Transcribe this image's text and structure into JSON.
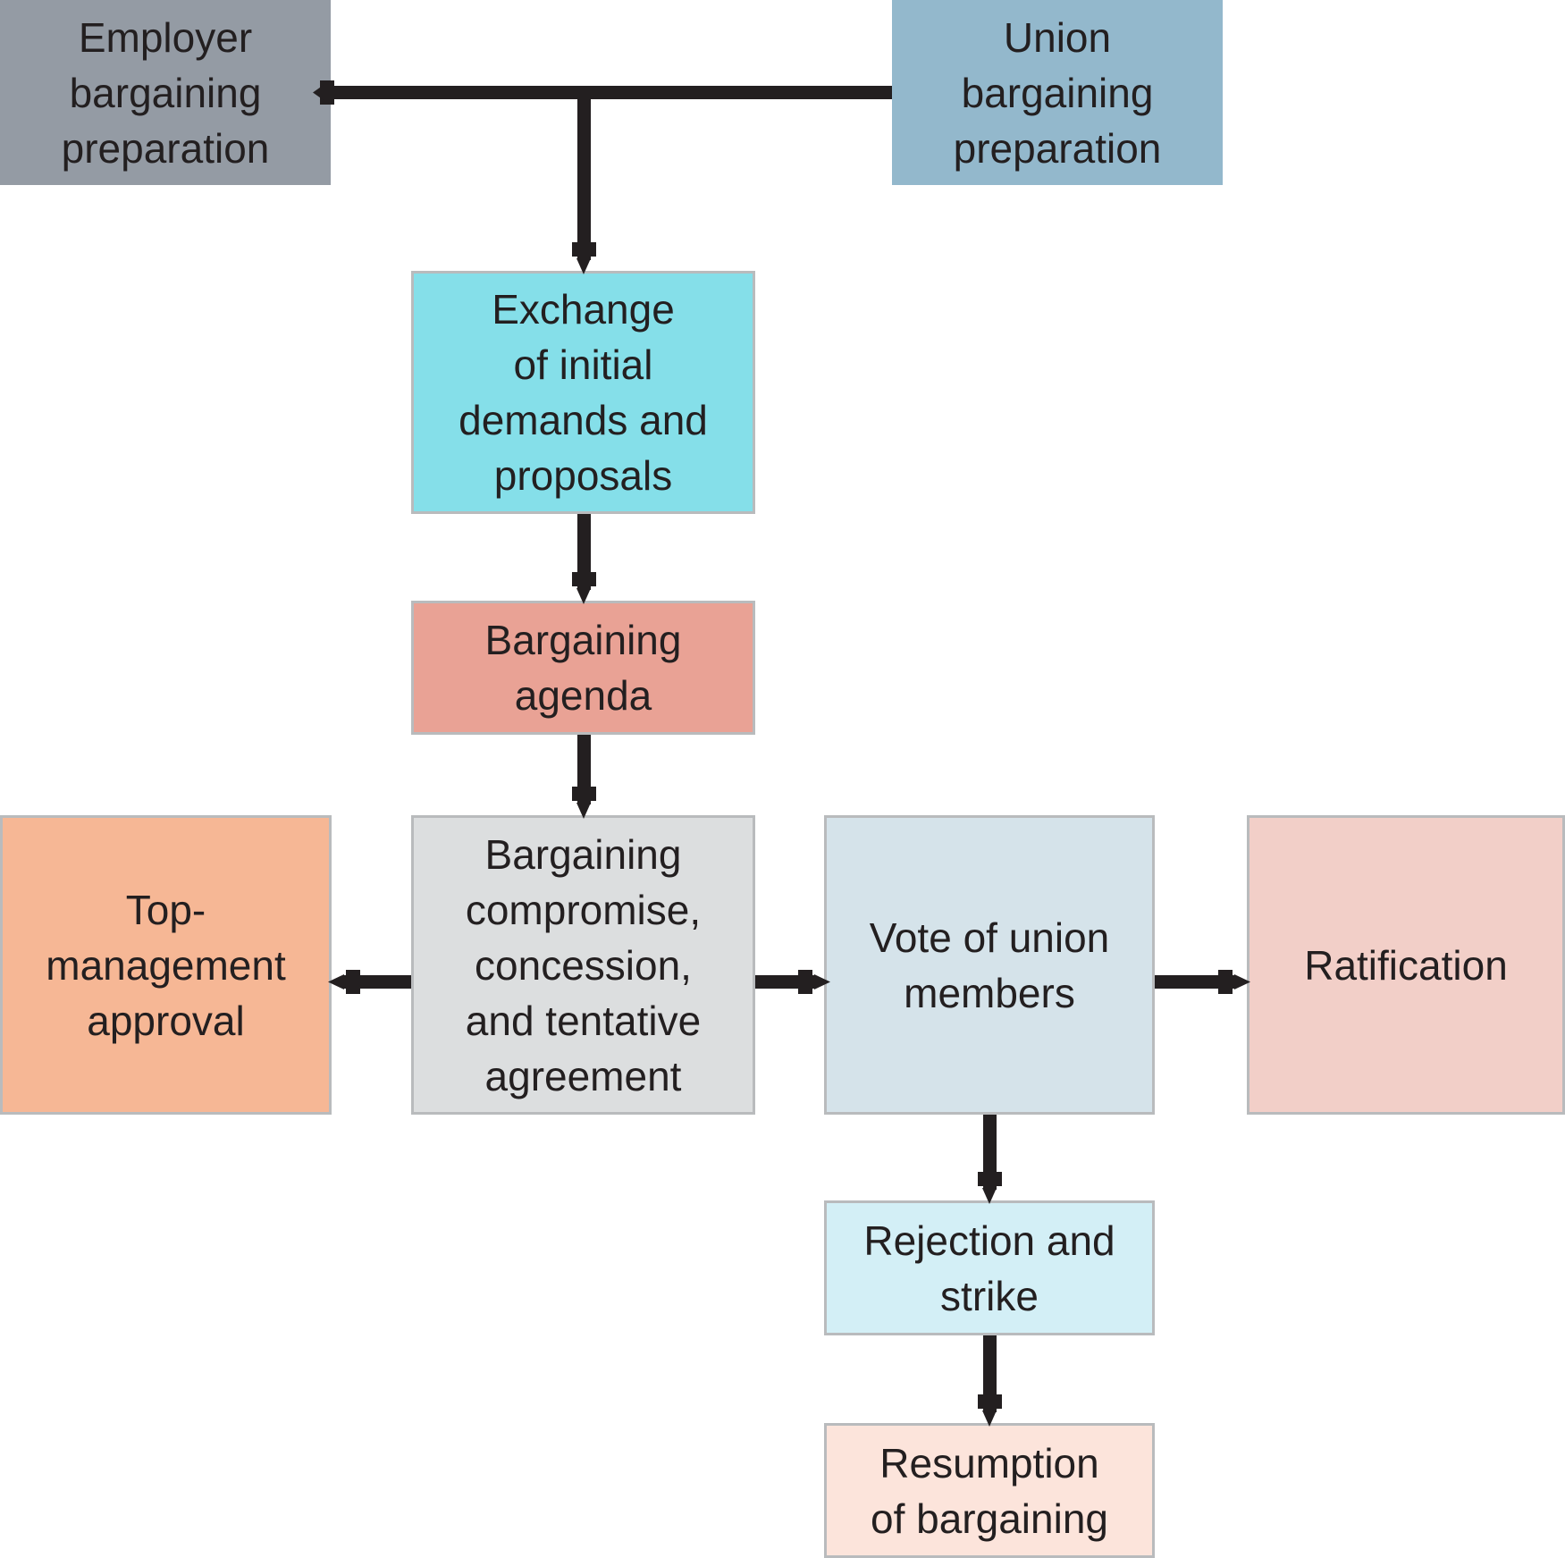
{
  "flowchart": {
    "colors": {
      "connector": "#231f20",
      "border": "#b9bbbd",
      "text": "#231f20",
      "background": "#ffffff"
    },
    "nodes": {
      "employer_prep": {
        "lines": [
          "Employer",
          "bargaining",
          "preparation"
        ],
        "color": "#949ba4"
      },
      "union_prep": {
        "lines": [
          "Union",
          "bargaining",
          "preparation"
        ],
        "color": "#93b8cc"
      },
      "exchange": {
        "lines": [
          "Exchange",
          "of initial",
          "demands and",
          "proposals"
        ],
        "color": "#85dfe9"
      },
      "agenda": {
        "lines": [
          "Bargaining",
          "agenda"
        ],
        "color": "#e9a295"
      },
      "top_mgmt": {
        "lines": [
          "Top-",
          "management",
          "approval"
        ],
        "color": "#f6b795"
      },
      "compromise": {
        "lines": [
          "Bargaining",
          "compromise,",
          "concession,",
          "and tentative",
          "agreement"
        ],
        "color": "#dcdedf"
      },
      "vote": {
        "lines": [
          "Vote of union",
          "members"
        ],
        "color": "#d5e3ea"
      },
      "ratification": {
        "lines": [
          "Ratification"
        ],
        "color": "#f2cfc8"
      },
      "rejection": {
        "lines": [
          "Rejection and",
          "strike"
        ],
        "color": "#d3eff6"
      },
      "resumption": {
        "lines": [
          "Resumption",
          "of bargaining"
        ],
        "color": "#fce4db"
      }
    },
    "edges": [
      {
        "from": "union_prep",
        "to": "employer_prep"
      },
      {
        "from": "employer_prep_union_prep_join",
        "to": "exchange"
      },
      {
        "from": "exchange",
        "to": "agenda"
      },
      {
        "from": "agenda",
        "to": "compromise"
      },
      {
        "from": "compromise",
        "to": "top_mgmt"
      },
      {
        "from": "compromise",
        "to": "vote"
      },
      {
        "from": "vote",
        "to": "ratification"
      },
      {
        "from": "vote",
        "to": "rejection"
      },
      {
        "from": "rejection",
        "to": "resumption"
      }
    ]
  }
}
